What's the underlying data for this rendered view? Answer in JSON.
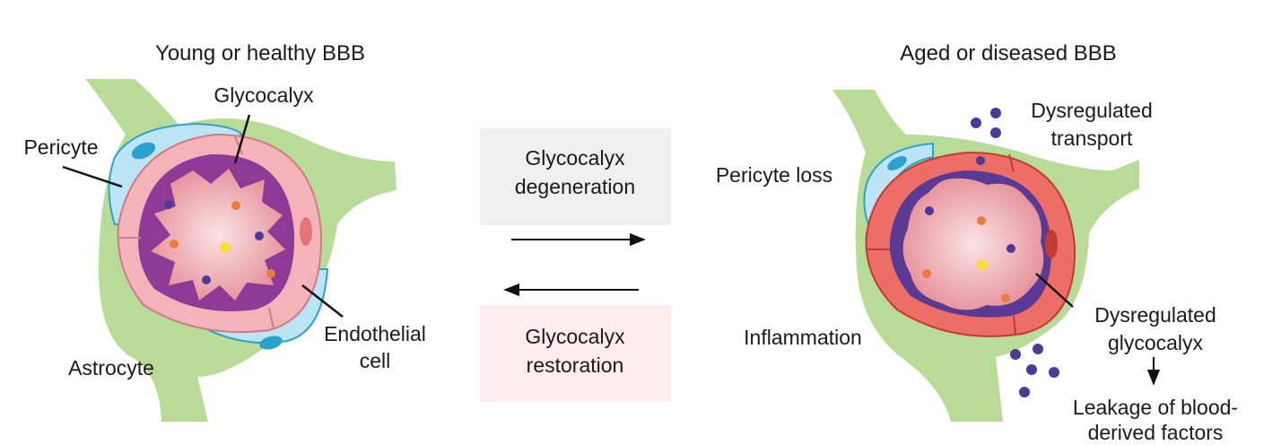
{
  "colors": {
    "astrocyte": "#b8dc98",
    "pericyte": "#bde4f4",
    "pericyte_outline": "#2aa3cc",
    "endothelial_healthy": "#f4b3b8",
    "endothelial_diseased": "#ec6e66",
    "glycocalyx": "#8d3b96",
    "lumen": "#e89ca3",
    "molecule_purple": "#4b3a9a",
    "molecule_orange": "#ee7a3a",
    "molecule_yellow": "#f7dc3a",
    "degeneration_box": "#efefef",
    "restoration_box": "#fdecee"
  },
  "left_panel": {
    "title": "Young or healthy BBB",
    "labels": {
      "glycocalyx": "Glycocalyx",
      "pericyte": "Pericyte",
      "endothelial_line1": "Endothelial",
      "endothelial_line2": "cell",
      "astrocyte": "Astrocyte"
    }
  },
  "middle": {
    "degeneration_line1": "Glycocalyx",
    "degeneration_line2": "degeneration",
    "restoration_line1": "Glycocalyx",
    "restoration_line2": "restoration"
  },
  "right_panel": {
    "title": "Aged or diseased BBB",
    "labels": {
      "transport_line1": "Dysregulated",
      "transport_line2": "transport",
      "pericyte_loss": "Pericyte loss",
      "inflammation": "Inflammation",
      "glycocalyx_line1": "Dysregulated",
      "glycocalyx_line2": "glycocalyx",
      "leakage_line1": "Leakage of blood-",
      "leakage_line2": "derived factors"
    }
  }
}
